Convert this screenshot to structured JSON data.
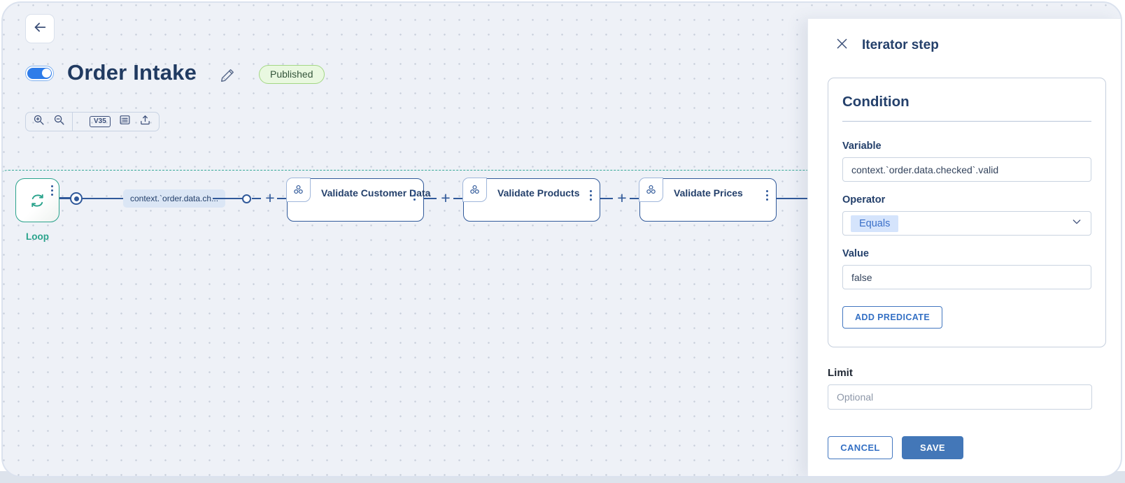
{
  "header": {
    "title": "Order Intake",
    "status_badge": "Published",
    "toggle_state": "on"
  },
  "toolbar": {
    "version": "V35",
    "icons": [
      "zoom-in-icon",
      "zoom-out-icon",
      "version-badge",
      "list-icon",
      "export-icon"
    ]
  },
  "canvas": {
    "loop": {
      "label": "Loop"
    },
    "condition_chip": "context.`order.data.ch...",
    "add_glyph": "+",
    "nodes": [
      {
        "title": "Validate Customer Data"
      },
      {
        "title": "Validate Products"
      },
      {
        "title": "Validate Prices"
      }
    ]
  },
  "panel": {
    "title": "Iterator step",
    "condition": {
      "heading": "Condition",
      "variable_label": "Variable",
      "variable_value": "context.`order.data.checked`.valid",
      "operator_label": "Operator",
      "operator_value": "Equals",
      "value_label": "Value",
      "value_value": "false",
      "add_predicate_label": "ADD PREDICATE"
    },
    "limit_label": "Limit",
    "limit_placeholder": "Optional",
    "cancel_label": "CANCEL",
    "save_label": "SAVE"
  },
  "colors": {
    "accent_blue": "#3470c4",
    "node_blue": "#30599a",
    "navy_text": "#24406b",
    "loop_teal": "#2aa38c",
    "save_bg": "#4377b8",
    "badge_green_bg": "#e9f8e0",
    "badge_green_border": "#a3d784",
    "canvas_bg": "#eef1f7"
  }
}
